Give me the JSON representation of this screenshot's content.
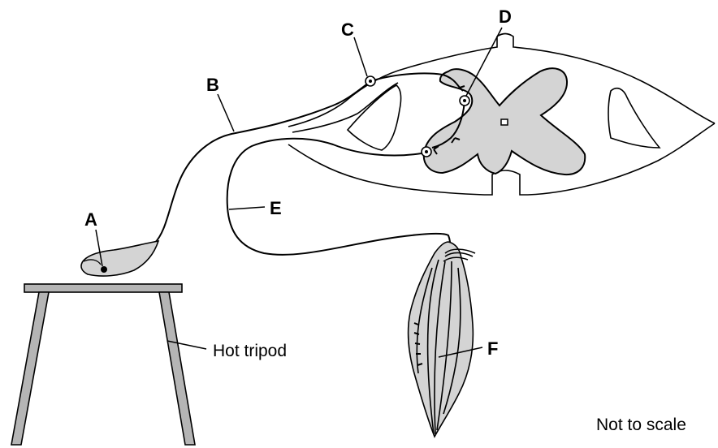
{
  "labels": {
    "A": "A",
    "B": "B",
    "C": "C",
    "D": "D",
    "E": "E",
    "F": "F",
    "tripod": "Hot tripod",
    "scale_note": "Not to scale"
  }
}
